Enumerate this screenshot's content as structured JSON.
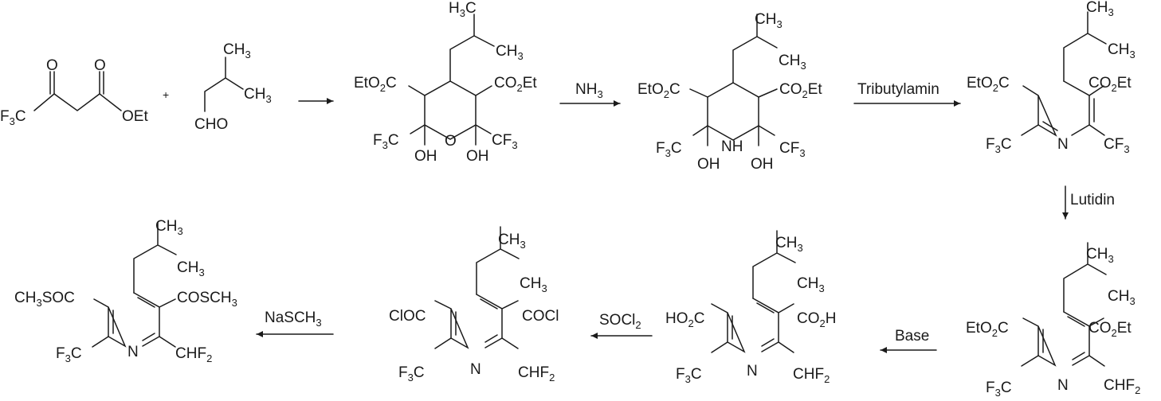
{
  "reaction": {
    "reagents": {
      "step1_plus": "+",
      "nh3": "NH",
      "nh3_sub": "3",
      "tributylamine": "Tributylamin",
      "lutidine": "Lutidin",
      "base": "Base",
      "socl2": "SOCl",
      "socl2_sub": "2",
      "nasch3": "NaSCH",
      "nasch3_sub": "3"
    },
    "labels": {
      "F3C": "F",
      "sub3": "3",
      "sub2": "2",
      "C": "C",
      "O": "O",
      "OEt": "OEt",
      "CH3": "CH",
      "H3C": "H",
      "CHO": "CHO",
      "EtO2C_a": "EtO",
      "CO2Et_a": "CO",
      "Et": "Et",
      "OH": "OH",
      "CF3": "CF",
      "NH": "NH",
      "N": "N",
      "HO2C": "HO",
      "CO2H": "CO",
      "H": "H",
      "CHF2": "CHF",
      "ClOC": "ClOC",
      "COCl": "COCl",
      "CH3SOC": "CH",
      "SOC": "SOC",
      "COSCH3": "COSCH"
    }
  }
}
